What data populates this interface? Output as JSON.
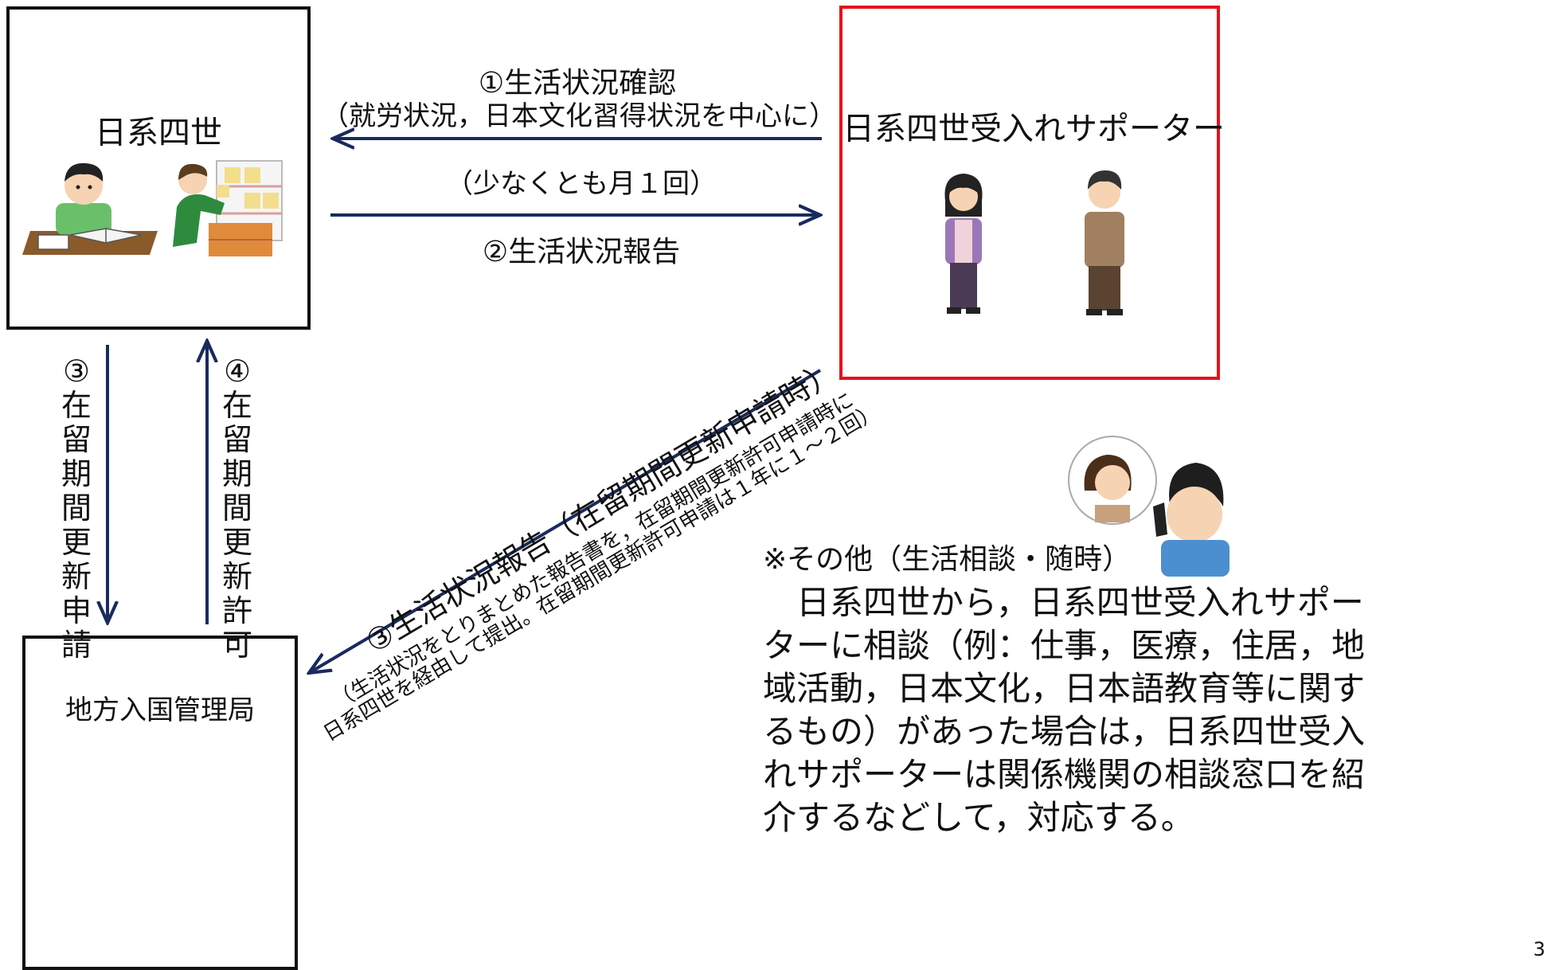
{
  "boxes": {
    "yonsei": "日系四世",
    "supporter": "日系四世受入れサポーター",
    "bureau": "地方入国管理局"
  },
  "arrows": {
    "check_title": "①生活状況確認",
    "check_detail": "（就労状況，日本文化習得状況を中心に）",
    "frequency": "（少なくとも月１回）",
    "report": "②生活状況報告",
    "apply_num": "③",
    "apply_chars": [
      "在",
      "留",
      "期",
      "間",
      "更",
      "新",
      "申",
      "請"
    ],
    "permit_num": "④",
    "permit_chars": [
      "在",
      "留",
      "期",
      "間",
      "更",
      "新",
      "許",
      "可"
    ],
    "diag_title": "③生活状況報告（在留期間更新申請時）",
    "diag_line1": "（生活状況をとりまとめた報告書を，在留期間更新許可申請時に",
    "diag_line2": "日系四世を経由して提出。在留期間更新許可申請は１年に１～２回）"
  },
  "note": {
    "lines": [
      "※その他（生活相談・随時）",
      "　日系四世から，日系四世受入れサポー",
      "ターに相談（例：仕事，医療，住居，地",
      "域活動，日本文化，日本語教育等に関す",
      "るもの）があった場合は，日系四世受入",
      "れサポーターは関係機関の相談窓口を紹",
      "介するなどして，対応する。"
    ]
  },
  "page_number": "3",
  "colors": {
    "arrow": "#1a2a5e",
    "supporter_border": "#e3131b",
    "box_border": "#111111"
  }
}
